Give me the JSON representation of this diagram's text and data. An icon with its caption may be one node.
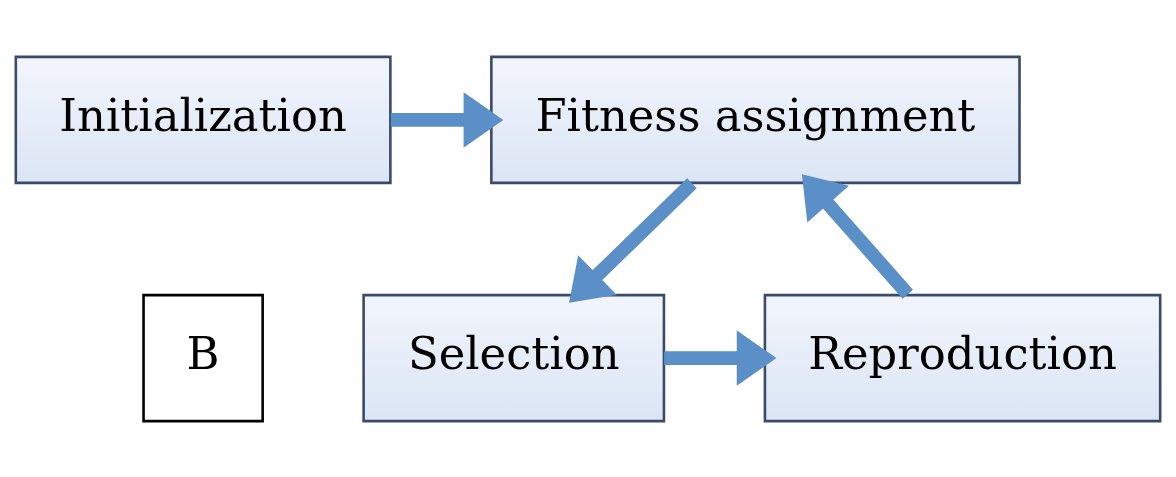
{
  "diagram": {
    "nodes": [
      {
        "text": [
          "Initialization"
        ]
      },
      {
        "text": [
          "Fitness assignment"
        ]
      },
      {
        "text": [
          "Reproduction"
        ]
      },
      {
        "text": [
          "Selection"
        ]
      }
    ],
    "edges": [
      {
        "from": 0,
        "to": 1,
        "arrow": "to"
      },
      {
        "from": 1,
        "to": 3,
        "arrow": "to"
      },
      {
        "from": 3,
        "to": 2,
        "arrow": "to"
      },
      {
        "from": 2,
        "to": 1,
        "arrow": "to"
      }
    ],
    "labels": [
      "B"
    ]
  }
}
